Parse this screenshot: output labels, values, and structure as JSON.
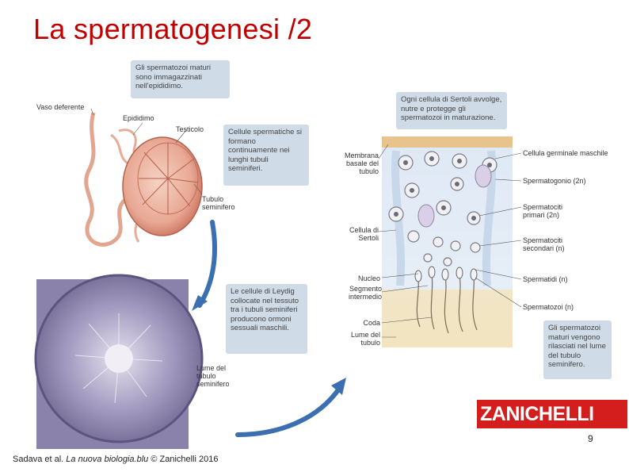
{
  "slide": {
    "title": "La spermatogenesi /2",
    "page_number": "9",
    "credit_pre": "Sadava et al. ",
    "credit_italic": "La nuova biologia.blu",
    "credit_post": " © Zanichelli 2016",
    "logo_text": "ZANICHELLI"
  },
  "boxes": {
    "epididimo": "Gli spermatozoi maturi sono immagazzinati nell'epididimo.",
    "tubuli": "Cellule spermatiche si formano continuamente nei lunghi tubuli seminiferi.",
    "leydig": "Le cellule di Leydig collocate nel tessuto tra i tubuli seminiferi producono ormoni sessuali maschili.",
    "sertoli": "Ogni cellula di Sertoli avvolge, nutre e protegge gli spermatozoi in maturazione.",
    "rilasciati": "Gli spermatozoi maturi vengono rilasciati nel lume del tubulo seminifero."
  },
  "labels": {
    "vaso_deferente": "Vaso deferente",
    "epididimo": "Epididimo",
    "testicolo": "Testicolo",
    "tubulo_seminifero": "Tubulo seminifero",
    "lume_tubulo_seminifero": "Lume del tubulo seminifero",
    "membrana_basale": "Membrana basale del tubulo",
    "cellula_sertoli": "Cellula di Sertoli",
    "nucleo": "Nucleo",
    "segmento_intermedio": "Segmento intermedio",
    "coda": "Coda",
    "lume_tubulo": "Lume del tubulo",
    "cellula_germinale": "Cellula germinale maschile",
    "spermatogonio": "Spermatogonio (2n)",
    "spermatociti_primari": "Spermatociti primari (2n)",
    "spermatociti_secondari": "Spermatociti secondari (n)",
    "spermatidi": "Spermatidi (n)",
    "spermatozoi": "Spermatozoi (n)"
  },
  "colors": {
    "title": "#c00000",
    "box_bg": "#cfdbe6",
    "logo_bg": "#d41e1e",
    "arrow": "#3b6fb0",
    "tissue_bg": "#dfe6f0",
    "testis": "#e8a894"
  }
}
